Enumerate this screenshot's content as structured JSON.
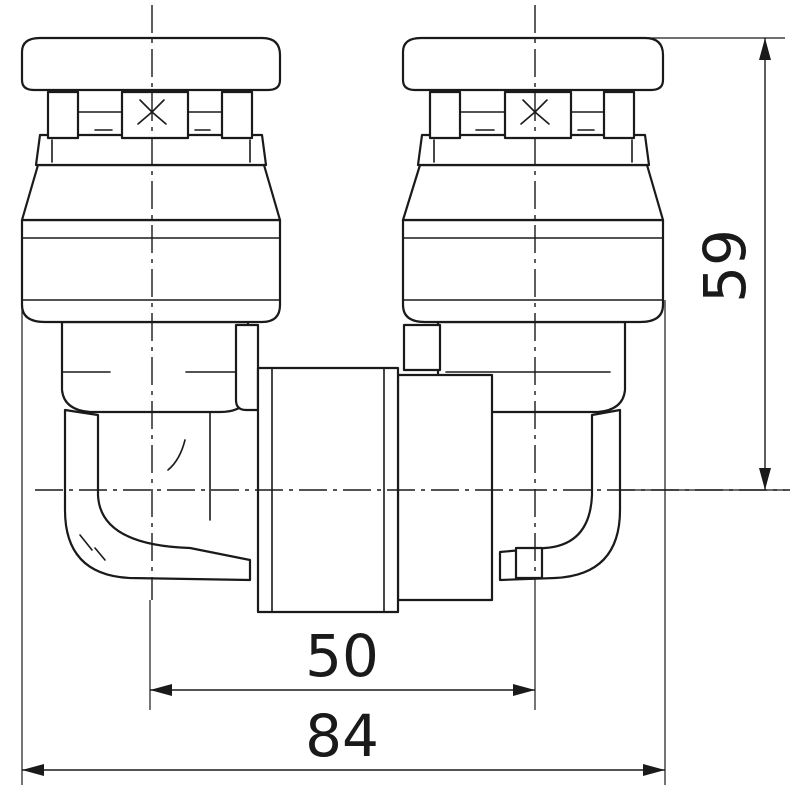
{
  "dimensions": {
    "inner_width": "50",
    "overall_width": "84",
    "height": "59"
  },
  "colors": {
    "line": "#1a1a1a",
    "background": "#ffffff"
  }
}
